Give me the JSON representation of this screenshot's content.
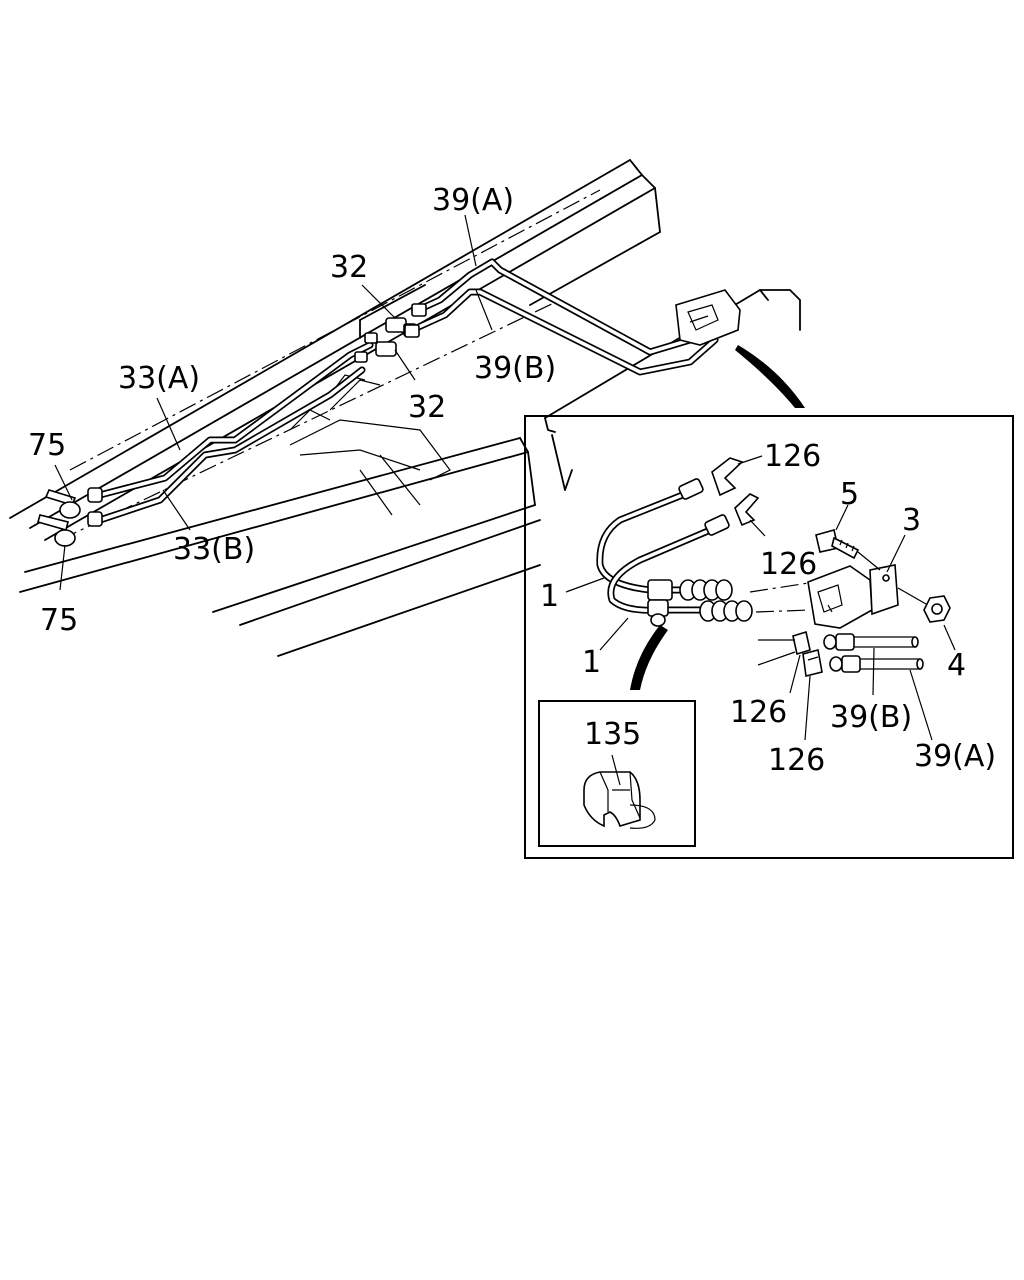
{
  "callouts": {
    "c39a_top": "39(A)",
    "c32_top": "32",
    "c32_bottom": "32",
    "c39b_top": "39(B)",
    "c33a": "33(A)",
    "c33b": "33(B)",
    "c75_top": "75",
    "c75_bottom": "75",
    "c126_a": "126",
    "c126_b": "126",
    "c126_c": "126",
    "c126_d": "126",
    "c5": "5",
    "c3": "3",
    "c1_a": "1",
    "c1_b": "1",
    "c4": "4",
    "c39b_detail": "39(B)",
    "c39a_detail": "39(A)",
    "c135": "135"
  }
}
